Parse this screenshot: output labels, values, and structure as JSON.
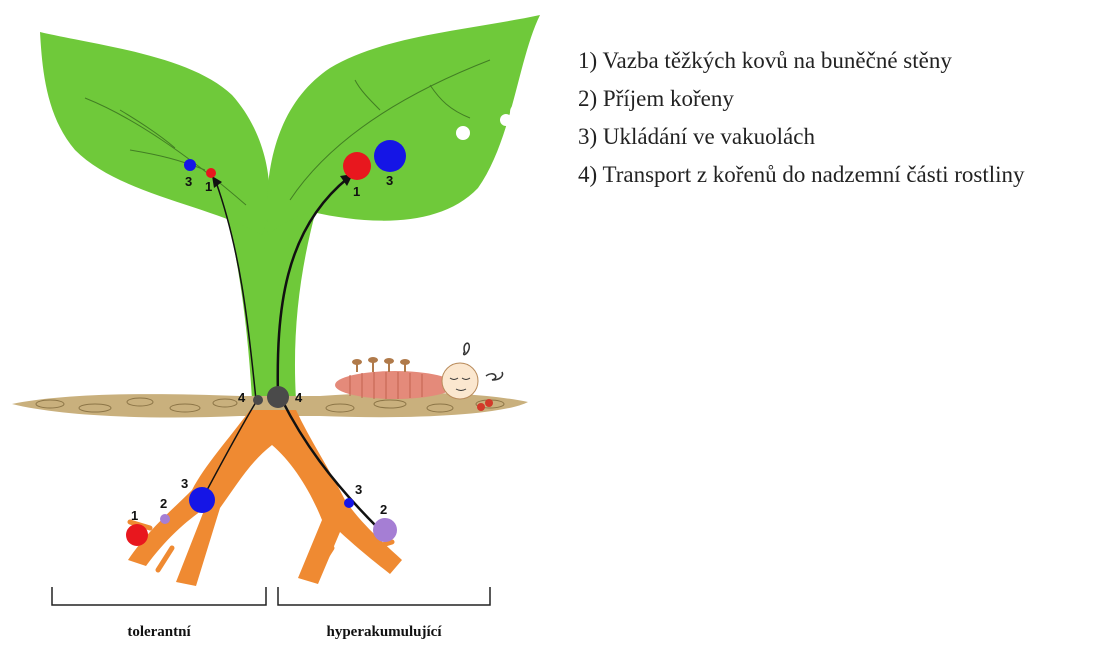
{
  "legend": [
    "1) Vazba těžkých kovů na buněčné stěny",
    "2) Příjem kořeny",
    "3) Ukládání ve vakuolách",
    "4) Transport z kořenů do nadzemní části rostliny"
  ],
  "groups": {
    "left": "tolerantní",
    "right": "hyperakumulující"
  },
  "markers": {
    "left_leaf_blue": "3",
    "left_leaf_red": "1",
    "right_leaf_red": "1",
    "right_leaf_blue": "3",
    "stem_left": "4",
    "stem_right": "4",
    "left_root_red": "1",
    "left_root_purple": "2",
    "left_root_blue": "3",
    "right_root_blue": "3",
    "right_root_purple": "2"
  },
  "colors": {
    "leaf": "#6fc93a",
    "leaf_dark": "#4f9e22",
    "root": "#ef8a32",
    "soil": "#c9b07d",
    "red": "#e8171e",
    "blue": "#1515e6",
    "purple": "#a57ed4",
    "node": "#4a4a4a"
  }
}
